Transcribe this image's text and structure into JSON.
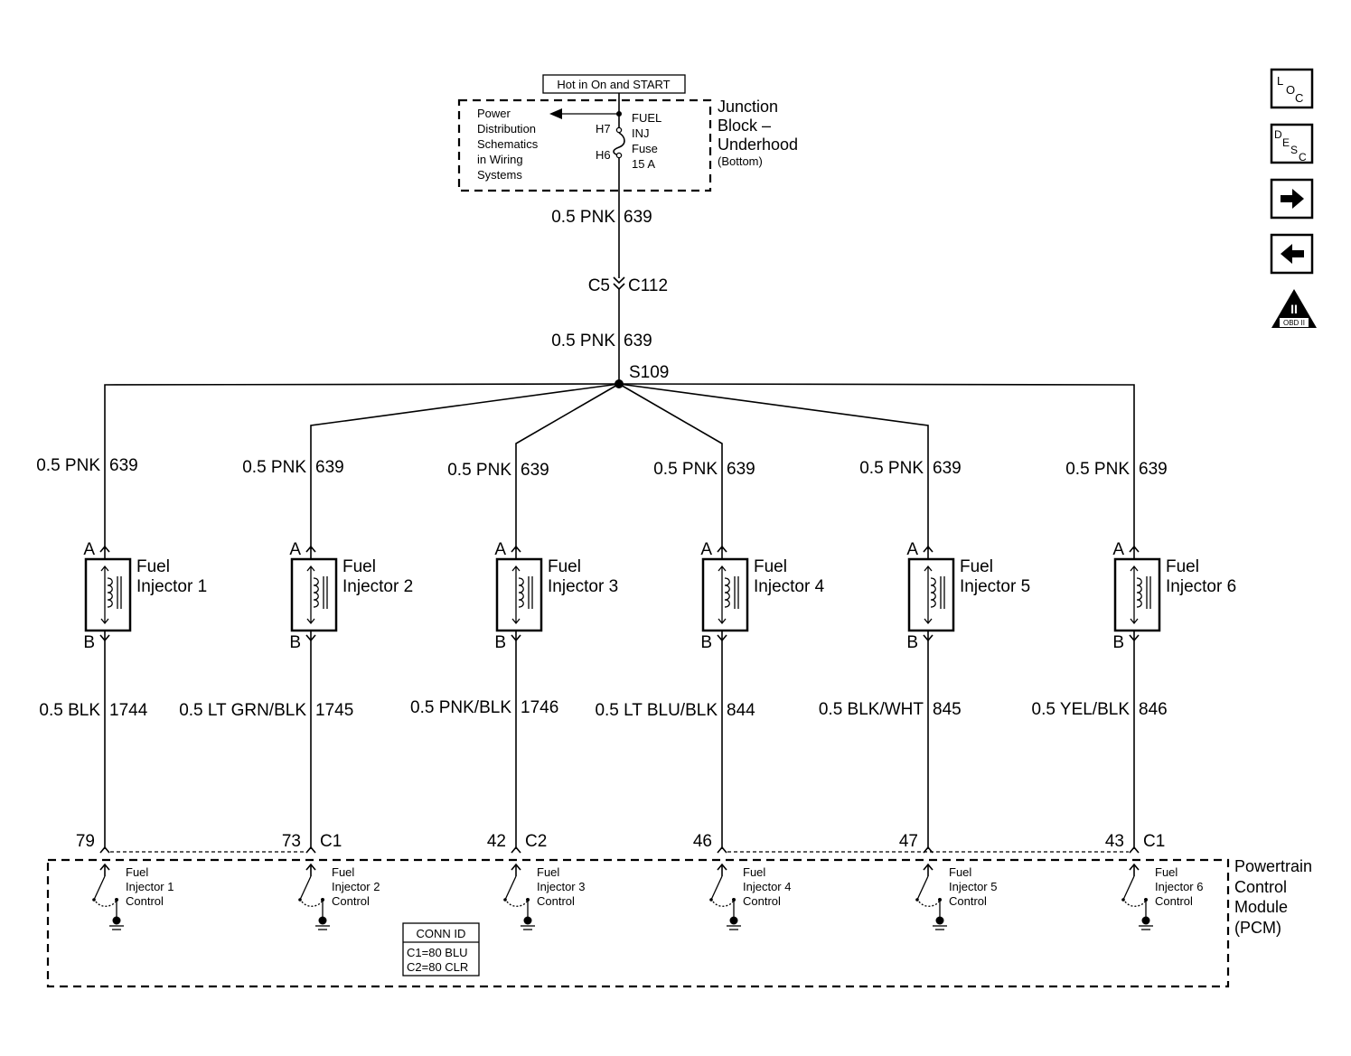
{
  "power": {
    "hot_label": "Hot in On and START",
    "note": [
      "Power",
      "Distribution",
      "Schematics",
      "in Wiring",
      "Systems"
    ],
    "fuse_lines": [
      "FUEL",
      "INJ",
      "Fuse",
      "15 A"
    ],
    "pin_top": "H7",
    "pin_bottom": "H6",
    "block_name": [
      "Junction",
      "Block –",
      "Underhood"
    ],
    "block_sub": "(Bottom)"
  },
  "feed": {
    "wire_top": {
      "gauge_color": "0.5 PNK",
      "circuit": "639"
    },
    "connector_left": "C5",
    "connector_right": "C112",
    "wire_bottom": {
      "gauge_color": "0.5 PNK",
      "circuit": "639"
    },
    "splice": "S109"
  },
  "injectors": [
    {
      "name": [
        "Fuel",
        "Injector 1"
      ],
      "feed_gauge": "0.5 PNK",
      "feed_circuit": "639",
      "pin_a": "A",
      "pin_b": "B",
      "ctrl_gauge": "0.5 BLK",
      "ctrl_circuit": "1744",
      "pcm_pin": "79",
      "connector": "",
      "pcm_label": [
        "Fuel",
        "Injector 1",
        "Control"
      ]
    },
    {
      "name": [
        "Fuel",
        "Injector 2"
      ],
      "feed_gauge": "0.5 PNK",
      "feed_circuit": "639",
      "pin_a": "A",
      "pin_b": "B",
      "ctrl_gauge": "0.5 LT GRN/BLK",
      "ctrl_circuit": "1745",
      "pcm_pin": "73",
      "connector": "C1",
      "pcm_label": [
        "Fuel",
        "Injector 2",
        "Control"
      ]
    },
    {
      "name": [
        "Fuel",
        "Injector 3"
      ],
      "feed_gauge": "0.5 PNK",
      "feed_circuit": "639",
      "pin_a": "A",
      "pin_b": "B",
      "ctrl_gauge": "0.5 PNK/BLK",
      "ctrl_circuit": "1746",
      "pcm_pin": "42",
      "connector": "C2",
      "pcm_label": [
        "Fuel",
        "Injector 3",
        "Control"
      ]
    },
    {
      "name": [
        "Fuel",
        "Injector 4"
      ],
      "feed_gauge": "0.5 PNK",
      "feed_circuit": "639",
      "pin_a": "A",
      "pin_b": "B",
      "ctrl_gauge": "0.5 LT BLU/BLK",
      "ctrl_circuit": "844",
      "pcm_pin": "46",
      "connector": "",
      "pcm_label": [
        "Fuel",
        "Injector 4",
        "Control"
      ]
    },
    {
      "name": [
        "Fuel",
        "Injector 5"
      ],
      "feed_gauge": "0.5 PNK",
      "feed_circuit": "639",
      "pin_a": "A",
      "pin_b": "B",
      "ctrl_gauge": "0.5 BLK/WHT",
      "ctrl_circuit": "845",
      "pcm_pin": "47",
      "connector": "",
      "pcm_label": [
        "Fuel",
        "Injector 5",
        "Control"
      ]
    },
    {
      "name": [
        "Fuel",
        "Injector 6"
      ],
      "feed_gauge": "0.5 PNK",
      "feed_circuit": "639",
      "pin_a": "A",
      "pin_b": "B",
      "ctrl_gauge": "0.5 YEL/BLK",
      "ctrl_circuit": "846",
      "pcm_pin": "43",
      "connector": "C1",
      "pcm_label": [
        "Fuel",
        "Injector 6",
        "Control"
      ]
    }
  ],
  "pcm": {
    "name": [
      "Powertrain",
      "Control",
      "Module",
      "(PCM)"
    ],
    "conn_id": {
      "title": "CONN ID",
      "rows": [
        "C1=80 BLU",
        "C2=80 CLR"
      ]
    }
  },
  "nav": {
    "loc": [
      "L",
      "O",
      "C"
    ],
    "desc": [
      "D",
      "E",
      "S",
      "C"
    ],
    "obd_numeral": "II",
    "obd_text": "OBD II"
  }
}
